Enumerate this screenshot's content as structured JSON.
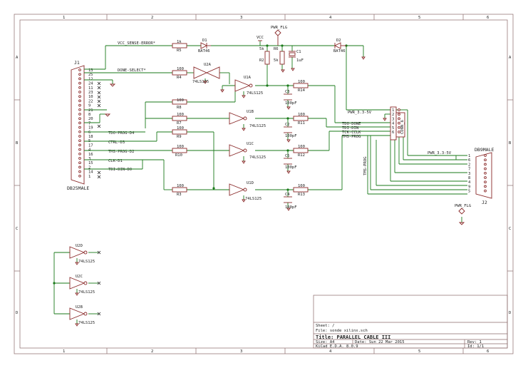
{
  "frame": {
    "col_labels": [
      "1",
      "2",
      "3",
      "4",
      "5",
      "6"
    ],
    "row_labels": [
      "A",
      "B",
      "C",
      "D"
    ]
  },
  "connector_j1": {
    "ref": "J1",
    "value": "DB25MALE",
    "pins": [
      "13",
      "25",
      "12",
      "24",
      "11",
      "23",
      "10",
      "22",
      "9",
      "21",
      "8",
      "20",
      "7",
      "19",
      "6",
      "18",
      "5",
      "17",
      "4",
      "16",
      "3",
      "15",
      "2",
      "14",
      "1"
    ]
  },
  "connector_j2": {
    "ref": "J2",
    "value": "DB9MALE",
    "pins": [
      "1",
      "6",
      "2",
      "7",
      "3",
      "8",
      "4",
      "9",
      "5"
    ]
  },
  "connector_conn": {
    "ref": "CONN_6",
    "pins": [
      "1",
      "2",
      "3",
      "4",
      "5",
      "6"
    ]
  },
  "nets": {
    "vcc_sense": "VCC_SENSE-ERROR*",
    "done_select": "DONE-SELECT*",
    "tdo_prog": "TDO-PROG-D4",
    "ctrl": "CTRL-D3",
    "tms_prog": "TMS-PROG-D2",
    "clk": "CLK-D1",
    "tdi_din": "TDI-DIN-D0",
    "pwr": "PWR_3.3-5V",
    "pwr2": "PWR_3.3-5V",
    "tdo_done": "TDO-DONE",
    "tdi_din2": "TDI-DIN",
    "tck": "TCK-CCLK",
    "tms": "TMS-PROG",
    "tms_v": "TMS-PROG"
  },
  "parts": {
    "r5": {
      "ref": "R5",
      "value": "1k"
    },
    "d1": {
      "ref": "D1",
      "value": "BAT46"
    },
    "d2": {
      "ref": "D2",
      "value": "BAT46"
    },
    "r2": {
      "ref": "R2",
      "value": "5k"
    },
    "r6": {
      "ref": "R6",
      "value": "5k"
    },
    "c1": {
      "ref": "C1",
      "value": "1uF"
    },
    "r4": {
      "ref": "R4",
      "value": "100"
    },
    "u2a": {
      "ref": "U2A",
      "value": "74LS125"
    },
    "u1a": {
      "ref": "U1A",
      "value": "74LS125"
    },
    "r14": {
      "ref": "R14",
      "value": "100"
    },
    "c3": {
      "ref": "C3",
      "value": "100pF"
    },
    "r8": {
      "ref": "R8",
      "value": "100"
    },
    "r7": {
      "ref": "R7",
      "value": "100"
    },
    "u1b": {
      "ref": "U1B",
      "value": "74LS125"
    },
    "r11": {
      "ref": "R11",
      "value": "100"
    },
    "c2": {
      "ref": "C2",
      "value": "100pF"
    },
    "r9": {
      "ref": "R9",
      "value": "100"
    },
    "r10": {
      "ref": "R10",
      "value": "100"
    },
    "u1c": {
      "ref": "U1C",
      "value": "74LS125"
    },
    "r12": {
      "ref": "R12",
      "value": "100"
    },
    "c5": {
      "ref": "C5",
      "value": "100pF"
    },
    "r3": {
      "ref": "R3",
      "value": "100"
    },
    "u1d": {
      "ref": "U1D",
      "value": "74LS125"
    },
    "r13": {
      "ref": "R13",
      "value": "100"
    },
    "c4": {
      "ref": "C4",
      "value": "100pF"
    },
    "u2d": {
      "ref": "U2D",
      "value": "74LS125"
    },
    "u2c": {
      "ref": "U2C",
      "value": "74LS125"
    },
    "u2b": {
      "ref": "U2B",
      "value": "74LS125"
    }
  },
  "power_flags": {
    "p1": "VCC",
    "p2": "PWR_FLG",
    "p3": "PWR_FLG"
  },
  "title_block": {
    "sheet": "Sheet: /",
    "file": "File: sonde xilinx.sch",
    "title": "Title: PARALLEL CABLE III",
    "size": "Size: A4",
    "date": "Date: Sun 22 Mar 2015",
    "rev": "Rev: 1",
    "kicad": "KiCad E.D.A. 8.0.9",
    "id": "Id: 1/1"
  }
}
